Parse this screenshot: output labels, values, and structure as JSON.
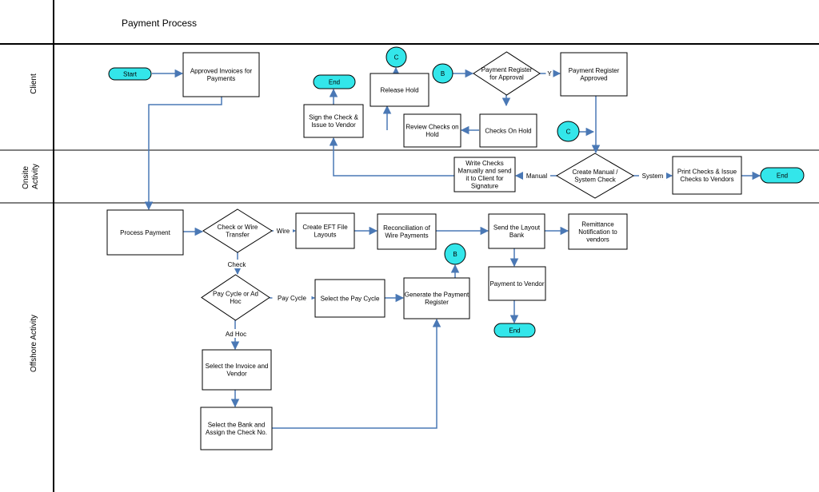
{
  "title": "Payment Process",
  "lanes": [
    {
      "id": "client",
      "label": "Client"
    },
    {
      "id": "onsite",
      "label_lines": [
        "Onsite",
        "Activity"
      ]
    },
    {
      "id": "offshore",
      "label": "Offshore Activity"
    }
  ],
  "colors": {
    "terminal_fill": "#33e6ea",
    "connector_fill": "#33e6ea",
    "edge": "#4a78b5",
    "stroke": "#000000"
  },
  "nodes": {
    "start": {
      "kind": "terminal",
      "lines": [
        "Start"
      ]
    },
    "approved_invoices": {
      "kind": "process",
      "lines": [
        "Approved Invoices for",
        "Payments"
      ]
    },
    "end_client": {
      "kind": "terminal",
      "lines": [
        "End"
      ]
    },
    "sign_check": {
      "kind": "process",
      "lines": [
        "Sign the Check &",
        "Issue to Vendor"
      ]
    },
    "conn_c_top": {
      "kind": "connector",
      "lines": [
        "C"
      ]
    },
    "release_hold": {
      "kind": "process",
      "lines": [
        "Release Hold"
      ]
    },
    "conn_b_client": {
      "kind": "connector",
      "lines": [
        "B"
      ]
    },
    "payment_register_approval": {
      "kind": "decision",
      "lines": [
        "Payment Register",
        "for Approval"
      ]
    },
    "payment_register_approved": {
      "kind": "process",
      "lines": [
        "Payment Register",
        "Approved"
      ]
    },
    "review_checks": {
      "kind": "process",
      "lines": [
        "Review Checks on",
        "Hold"
      ]
    },
    "checks_on_hold": {
      "kind": "process",
      "lines": [
        "Checks On Hold"
      ]
    },
    "conn_c_mid": {
      "kind": "connector",
      "lines": [
        "C"
      ]
    },
    "write_checks": {
      "kind": "process",
      "lines": [
        "Write Checks",
        "Manually and send",
        "it to Client for",
        "Signature"
      ]
    },
    "create_manual": {
      "kind": "decision",
      "lines": [
        "Create Manual /",
        "System Check"
      ]
    },
    "print_checks": {
      "kind": "process",
      "lines": [
        "Print Checks & Issue",
        "Checks to Vendors"
      ]
    },
    "end_onsite": {
      "kind": "terminal",
      "lines": [
        "End"
      ]
    },
    "process_payment": {
      "kind": "process",
      "lines": [
        "Process Payment"
      ]
    },
    "check_or_wire": {
      "kind": "decision",
      "lines": [
        "Check or Wire",
        "Transfer"
      ]
    },
    "create_eft": {
      "kind": "process",
      "lines": [
        "Create EFT File",
        "Layouts"
      ]
    },
    "reconciliation": {
      "kind": "process",
      "lines": [
        "Reconciliation of",
        "Wire Payments"
      ]
    },
    "send_layout": {
      "kind": "process",
      "lines": [
        "Send the Layout",
        "Bank"
      ]
    },
    "remittance": {
      "kind": "process",
      "lines": [
        "Remittance",
        "Notification to",
        "vendors"
      ]
    },
    "conn_b_offshore": {
      "kind": "connector",
      "lines": [
        "B"
      ]
    },
    "pay_cycle_adhoc": {
      "kind": "decision",
      "lines": [
        "Pay Cycle or Ad",
        "Hoc"
      ]
    },
    "select_pay_cycle": {
      "kind": "process",
      "lines": [
        "Select the Pay Cycle"
      ]
    },
    "generate_register": {
      "kind": "process",
      "lines": [
        "Generate the Payment",
        "Register"
      ]
    },
    "payment_to_vendor": {
      "kind": "process",
      "lines": [
        "Payment to Vendor"
      ]
    },
    "end_offshore": {
      "kind": "terminal",
      "lines": [
        "End"
      ]
    },
    "select_invoice": {
      "kind": "process",
      "lines": [
        "Select the Invoice and",
        "Vendor"
      ]
    },
    "select_bank": {
      "kind": "process",
      "lines": [
        "Select the Bank and",
        "Assign the Check No."
      ]
    }
  },
  "edges": [
    {
      "from": "start",
      "to": "approved_invoices"
    },
    {
      "from": "approved_invoices",
      "to": "process_payment"
    },
    {
      "from": "conn_b_client",
      "to": "payment_register_approval"
    },
    {
      "from": "payment_register_approval",
      "to": "payment_register_approved",
      "label": "Y"
    },
    {
      "from": "payment_register_approval",
      "to": "checks_on_hold"
    },
    {
      "from": "checks_on_hold",
      "to": "review_checks"
    },
    {
      "from": "review_checks",
      "to": "release_hold"
    },
    {
      "from": "release_hold",
      "to": "conn_c_top"
    },
    {
      "from": "sign_check",
      "to": "end_client"
    },
    {
      "from": "conn_c_mid",
      "to": "payment_register_approved"
    },
    {
      "from": "payment_register_approved",
      "to": "create_manual"
    },
    {
      "from": "create_manual",
      "to": "write_checks",
      "label": "Manual"
    },
    {
      "from": "create_manual",
      "to": "print_checks",
      "label": "System"
    },
    {
      "from": "print_checks",
      "to": "end_onsite"
    },
    {
      "from": "write_checks",
      "to": "sign_check"
    },
    {
      "from": "process_payment",
      "to": "check_or_wire"
    },
    {
      "from": "check_or_wire",
      "to": "create_eft",
      "label": "Wire"
    },
    {
      "from": "check_or_wire",
      "to": "pay_cycle_adhoc",
      "label": "Check"
    },
    {
      "from": "create_eft",
      "to": "reconciliation"
    },
    {
      "from": "reconciliation",
      "to": "send_layout"
    },
    {
      "from": "send_layout",
      "to": "remittance"
    },
    {
      "from": "send_layout",
      "to": "payment_to_vendor"
    },
    {
      "from": "payment_to_vendor",
      "to": "end_offshore"
    },
    {
      "from": "pay_cycle_adhoc",
      "to": "select_pay_cycle",
      "label": "Pay Cycle"
    },
    {
      "from": "pay_cycle_adhoc",
      "to": "select_invoice",
      "label": "Ad Hoc"
    },
    {
      "from": "select_pay_cycle",
      "to": "generate_register"
    },
    {
      "from": "generate_register",
      "to": "conn_b_offshore"
    },
    {
      "from": "select_invoice",
      "to": "select_bank"
    },
    {
      "from": "select_bank",
      "to": "generate_register"
    }
  ]
}
